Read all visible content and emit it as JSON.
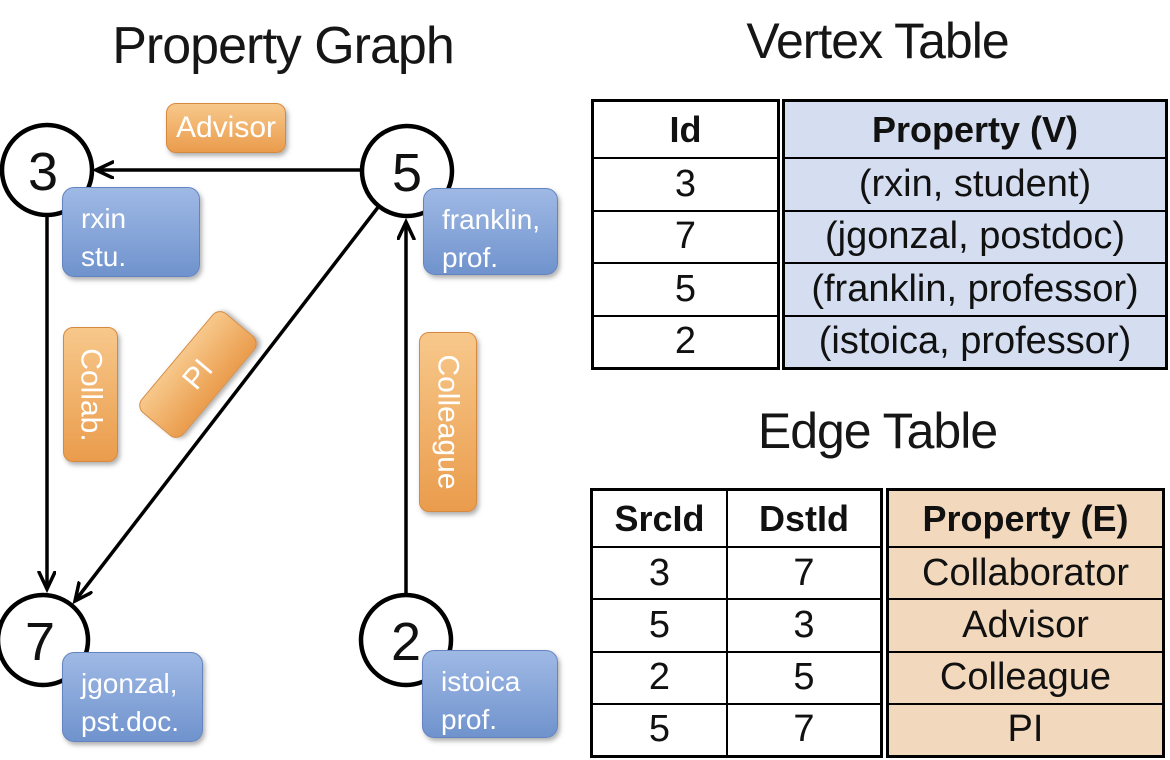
{
  "colors": {
    "orange_light": "#f7c88b",
    "orange_dark": "#ea9c4c",
    "orange_border": "#d6893c",
    "blue_light": "#9fb9e5",
    "blue_dark": "#7093cd",
    "blue_border": "#6384c1",
    "vertex_cell_bg": "#d4def0",
    "edge_cell_bg": "#f2d8bc",
    "ink": "#000000"
  },
  "graph": {
    "title": "Property Graph",
    "nodes": [
      {
        "id": "3"
      },
      {
        "id": "5"
      },
      {
        "id": "7"
      },
      {
        "id": "2"
      }
    ],
    "edge_labels": {
      "advisor": "Advisor",
      "collab": "Collab.",
      "pi": "PI",
      "colleague": "Colleague"
    },
    "vertex_properties": {
      "rxin": {
        "line1": "rxin",
        "line2": "stu."
      },
      "franklin": {
        "line1": "franklin,",
        "line2": "prof."
      },
      "jgonzal": {
        "line1": "jgonzal,",
        "line2": "pst.doc."
      },
      "istoica": {
        "line1": "istoica",
        "line2": "prof."
      }
    }
  },
  "vertex_table": {
    "title": "Vertex Table",
    "columns": {
      "id": "Id",
      "property": "Property (V)"
    },
    "rows": [
      {
        "id": "3",
        "property": "(rxin, student)"
      },
      {
        "id": "7",
        "property": "(jgonzal, postdoc)"
      },
      {
        "id": "5",
        "property": "(franklin, professor)"
      },
      {
        "id": "2",
        "property": "(istoica, professor)"
      }
    ]
  },
  "edge_table": {
    "title": "Edge Table",
    "columns": {
      "src": "SrcId",
      "dst": "DstId",
      "property": "Property (E)"
    },
    "rows": [
      {
        "src": "3",
        "dst": "7",
        "property": "Collaborator"
      },
      {
        "src": "5",
        "dst": "3",
        "property": "Advisor"
      },
      {
        "src": "2",
        "dst": "5",
        "property": "Colleague"
      },
      {
        "src": "5",
        "dst": "7",
        "property": "PI"
      }
    ]
  }
}
